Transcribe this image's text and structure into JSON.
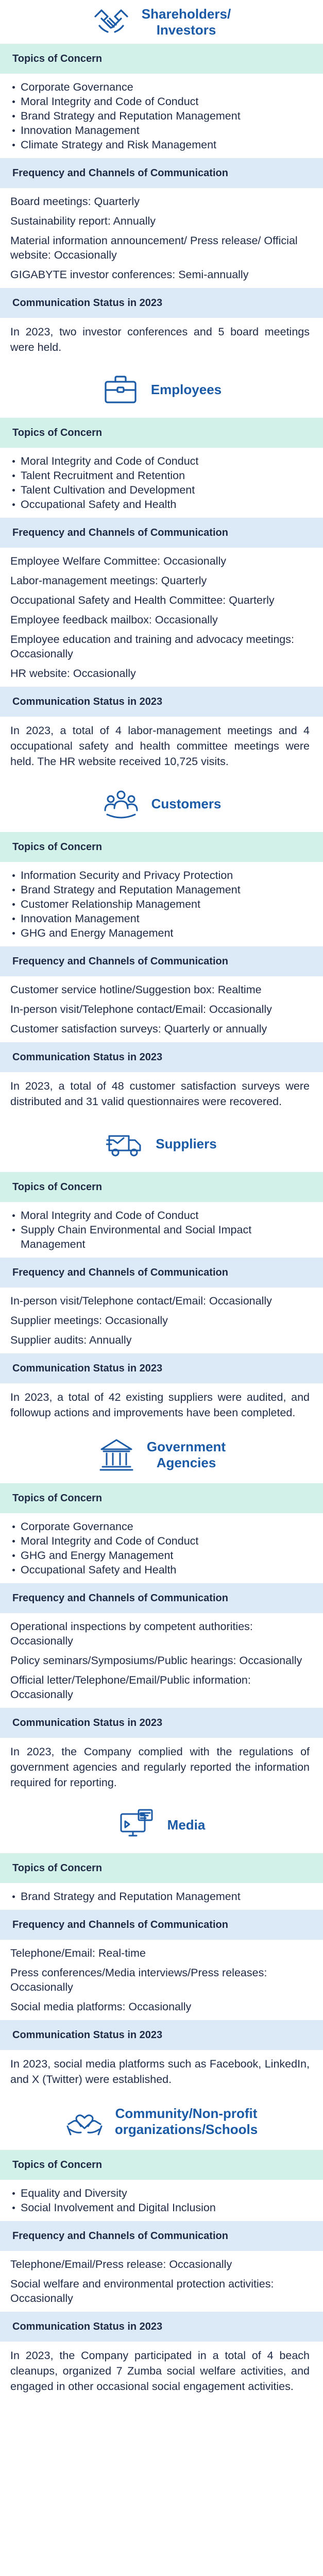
{
  "stakeholders": [
    {
      "title_lines": [
        "Shareholders/",
        "Investors"
      ],
      "icon": "handshake-icon",
      "topics_label": "Topics of Concern",
      "topics": [
        "Corporate Governance",
        "Moral Integrity and Code of Conduct",
        "Brand Strategy and Reputation Management",
        "Innovation Management",
        "Climate Strategy and Risk Management"
      ],
      "channels_label": "Frequency and Channels of Communication",
      "channels": [
        "Board meetings: Quarterly",
        "Sustainability report: Annually",
        "Material information announcement/ Press release/ Official website: Occasionally",
        "GIGABYTE investor conferences: Semi-annually"
      ],
      "status_label": "Communication Status in 2023",
      "status": "In 2023, two investor conferences and 5 board meetings were held."
    },
    {
      "title_lines": [
        "Employees"
      ],
      "icon": "briefcase-icon",
      "topics_label": "Topics of Concern",
      "topics": [
        "Moral Integrity and Code of Conduct",
        "Talent Recruitment and Retention",
        "Talent Cultivation and Development",
        "Occupational Safety and Health"
      ],
      "channels_label": "Frequency and Channels of Communication",
      "channels": [
        "Employee Welfare Committee: Occasionally",
        "Labor-management meetings: Quarterly",
        "Occupational Safety and Health Committee: Quarterly",
        "Employee feedback mailbox: Occasionally",
        "Employee education and training and advocacy meetings: Occasionally",
        "HR website: Occasionally"
      ],
      "status_label": "Communication Status in 2023",
      "status": "In 2023, a total of 4 labor-management meetings and 4 occupational safety and health committee meetings were held. The HR website received 10,725 visits."
    },
    {
      "title_lines": [
        "Customers"
      ],
      "icon": "customers-group-icon",
      "topics_label": "Topics of Concern",
      "topics": [
        "Information Security and Privacy Protection",
        "Brand Strategy and Reputation Management",
        "Customer Relationship Management",
        "Innovation Management",
        "GHG and Energy Management"
      ],
      "channels_label": "Frequency and Channels of Communication",
      "channels": [
        "Customer service hotline/Suggestion box: Realtime",
        "In-person visit/Telephone contact/Email: Occasionally",
        "Customer satisfaction surveys: Quarterly or annually"
      ],
      "status_label": "Communication Status in 2023",
      "status": "In 2023, a total of 48 customer satisfaction surveys were distributed and 31 valid questionnaires were recovered."
    },
    {
      "title_lines": [
        "Suppliers"
      ],
      "icon": "delivery-truck-icon",
      "topics_label": "Topics of Concern",
      "topics": [
        "Moral Integrity and Code of Conduct",
        "Supply Chain Environmental and Social Impact Management"
      ],
      "channels_label": "Frequency and Channels of Communication",
      "channels": [
        "In-person visit/Telephone contact/Email: Occasionally",
        "Supplier meetings: Occasionally",
        "Supplier audits: Annually"
      ],
      "status_label": "Communication Status in 2023",
      "status": "In 2023, a total of 42 existing suppliers were audited, and followup actions and improvements have been completed."
    },
    {
      "title_lines": [
        "Government",
        "Agencies"
      ],
      "icon": "government-building-icon",
      "topics_label": "Topics of Concern",
      "topics": [
        "Corporate Governance",
        "Moral Integrity and Code of Conduct",
        "GHG and Energy Management",
        "Occupational Safety and Health"
      ],
      "channels_label": "Frequency and Channels of Communication",
      "channels": [
        "Operational inspections by competent authorities: Occasionally",
        "Policy seminars/Symposiums/Public hearings: Occasionally",
        "Official letter/Telephone/Email/Public information: Occasionally"
      ],
      "status_label": "Communication Status in 2023",
      "status": "In 2023, the Company complied with the regulations of government agencies and regularly reported the information required for reporting."
    },
    {
      "title_lines": [
        "Media"
      ],
      "icon": "media-monitor-icon",
      "topics_label": "Topics of Concern",
      "topics": [
        "Brand Strategy and Reputation Management"
      ],
      "channels_label": "Frequency and Channels of Communication",
      "channels": [
        "Telephone/Email: Real-time",
        "Press conferences/Media interviews/Press releases: Occasionally",
        "Social media platforms: Occasionally"
      ],
      "status_label": "Communication Status in 2023",
      "status": "In 2023, social media platforms such as Facebook, LinkedIn, and X (Twitter) were established."
    },
    {
      "title_lines": [
        "Community/Non-profit",
        "organizations/Schools"
      ],
      "icon": "community-hands-icon",
      "topics_label": "Topics of Concern",
      "topics": [
        "Equality and Diversity",
        "Social Involvement and Digital Inclusion"
      ],
      "channels_label": "Frequency and Channels of Communication",
      "channels": [
        "Telephone/Email/Press release: Occasionally",
        "Social welfare and environmental protection activities: Occasionally"
      ],
      "status_label": "Communication Status in 2023",
      "status": "In 2023, the Company participated in a total of 4 beach cleanups, organized 7 Zumba social welfare activities, and engaged in other occasional social engagement activities."
    }
  ],
  "colors": {
    "title_blue": "#1a5aa6",
    "icon_blue": "#1a5aa6",
    "green_bar": "#d2f1e8",
    "blue_bar": "#dceaf7",
    "body_text": "#1f2a44"
  }
}
